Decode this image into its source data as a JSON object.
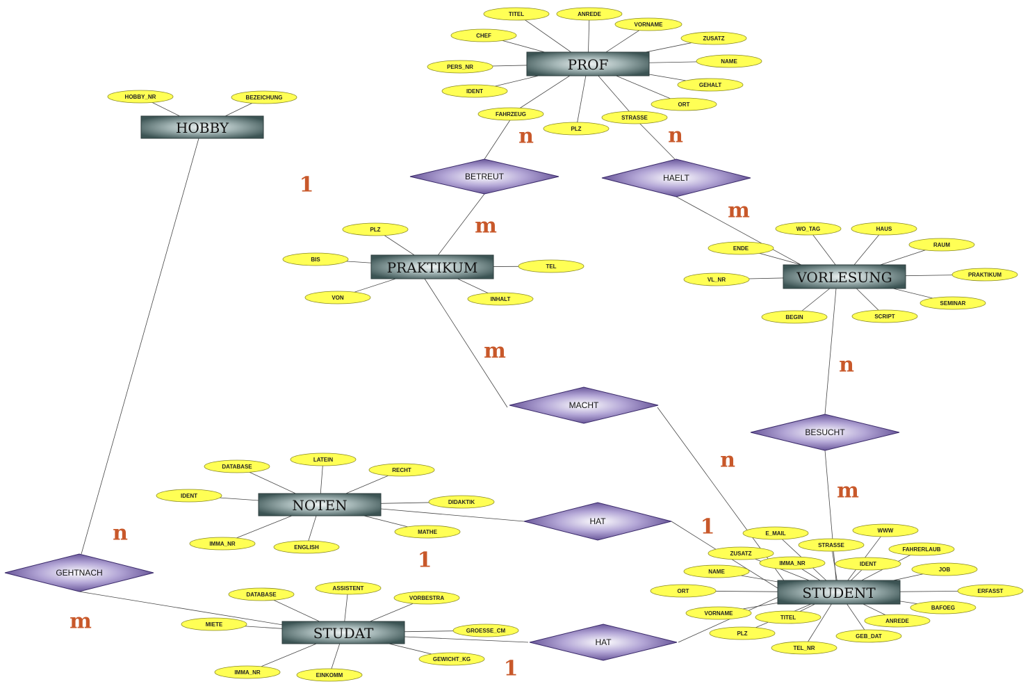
{
  "entities": [
    {
      "id": "prof",
      "label": "PROF"
    },
    {
      "id": "hobby",
      "label": "HOBBY"
    },
    {
      "id": "praktikum",
      "label": "PRAKTIKUM"
    },
    {
      "id": "vorlesung",
      "label": "VORLESUNG"
    },
    {
      "id": "noten",
      "label": "NOTEN"
    },
    {
      "id": "studat",
      "label": "STUDAT"
    },
    {
      "id": "student",
      "label": "STUDENT"
    }
  ],
  "relationships": [
    {
      "id": "betreut",
      "label": "BETREUT"
    },
    {
      "id": "haelt",
      "label": "HAELT"
    },
    {
      "id": "macht",
      "label": "MACHT"
    },
    {
      "id": "besucht",
      "label": "BESUCHT"
    },
    {
      "id": "hat_noten",
      "label": "HAT"
    },
    {
      "id": "hat_studat",
      "label": "HAT"
    },
    {
      "id": "gehtnach",
      "label": "GEHTNACH"
    }
  ],
  "attributes": [
    {
      "entity": "prof",
      "label": "TITEL"
    },
    {
      "entity": "prof",
      "label": "ANREDE"
    },
    {
      "entity": "prof",
      "label": "VORNAME"
    },
    {
      "entity": "prof",
      "label": "CHEF"
    },
    {
      "entity": "prof",
      "label": "ZUSATZ"
    },
    {
      "entity": "prof",
      "label": "NAME"
    },
    {
      "entity": "prof",
      "label": "PERS_NR"
    },
    {
      "entity": "prof",
      "label": "IDENT"
    },
    {
      "entity": "prof",
      "label": "GEHALT"
    },
    {
      "entity": "prof",
      "label": "ORT"
    },
    {
      "entity": "prof",
      "label": "FAHRZEUG"
    },
    {
      "entity": "prof",
      "label": "STRASSE"
    },
    {
      "entity": "prof",
      "label": "PLZ"
    },
    {
      "entity": "hobby",
      "label": "HOBBY_NR"
    },
    {
      "entity": "hobby",
      "label": "BEZEICHUNG"
    },
    {
      "entity": "praktikum",
      "label": "PLZ"
    },
    {
      "entity": "praktikum",
      "label": "BIS"
    },
    {
      "entity": "praktikum",
      "label": "TEL"
    },
    {
      "entity": "praktikum",
      "label": "VON"
    },
    {
      "entity": "praktikum",
      "label": "INHALT"
    },
    {
      "entity": "vorlesung",
      "label": "WO_TAG"
    },
    {
      "entity": "vorlesung",
      "label": "HAUS"
    },
    {
      "entity": "vorlesung",
      "label": "ENDE"
    },
    {
      "entity": "vorlesung",
      "label": "RAUM"
    },
    {
      "entity": "vorlesung",
      "label": "VL_NR"
    },
    {
      "entity": "vorlesung",
      "label": "PRAKTIKUM"
    },
    {
      "entity": "vorlesung",
      "label": "SEMINAR"
    },
    {
      "entity": "vorlesung",
      "label": "BEGIN"
    },
    {
      "entity": "vorlesung",
      "label": "SCRIPT"
    },
    {
      "entity": "noten",
      "label": "LATEIN"
    },
    {
      "entity": "noten",
      "label": "DATABASE"
    },
    {
      "entity": "noten",
      "label": "RECHT"
    },
    {
      "entity": "noten",
      "label": "IDENT"
    },
    {
      "entity": "noten",
      "label": "DIDAKTIK"
    },
    {
      "entity": "noten",
      "label": "MATHE"
    },
    {
      "entity": "noten",
      "label": "IMMA_NR"
    },
    {
      "entity": "noten",
      "label": "ENGLISH"
    },
    {
      "entity": "studat",
      "label": "ASSISTENT"
    },
    {
      "entity": "studat",
      "label": "DATABASE"
    },
    {
      "entity": "studat",
      "label": "VORBESTRA"
    },
    {
      "entity": "studat",
      "label": "MIETE"
    },
    {
      "entity": "studat",
      "label": "GROESSE_CM"
    },
    {
      "entity": "studat",
      "label": "GEWICHT_KG"
    },
    {
      "entity": "studat",
      "label": "IMMA_NR"
    },
    {
      "entity": "studat",
      "label": "EINKOMM"
    },
    {
      "entity": "student",
      "label": "E_MAIL"
    },
    {
      "entity": "student",
      "label": "WWW"
    },
    {
      "entity": "student",
      "label": "STRASSE"
    },
    {
      "entity": "student",
      "label": "FAHRERLAUB"
    },
    {
      "entity": "student",
      "label": "ZUSATZ"
    },
    {
      "entity": "student",
      "label": "IMMA_NR"
    },
    {
      "entity": "student",
      "label": "IDENT"
    },
    {
      "entity": "student",
      "label": "NAME"
    },
    {
      "entity": "student",
      "label": "JOB"
    },
    {
      "entity": "student",
      "label": "ORT"
    },
    {
      "entity": "student",
      "label": "ERFASST"
    },
    {
      "entity": "student",
      "label": "VORNAME"
    },
    {
      "entity": "student",
      "label": "TITEL"
    },
    {
      "entity": "student",
      "label": "BAFOEG"
    },
    {
      "entity": "student",
      "label": "ANREDE"
    },
    {
      "entity": "student",
      "label": "PLZ"
    },
    {
      "entity": "student",
      "label": "GEB_DAT"
    },
    {
      "entity": "student",
      "label": "TEL_NR"
    }
  ],
  "cardinalities": [
    {
      "rel": "betreut",
      "end": "prof",
      "label": "n"
    },
    {
      "rel": "haelt",
      "end": "prof",
      "label": "n"
    },
    {
      "rel": "betreut",
      "end": "praktikum",
      "label": "m"
    },
    {
      "rel": "haelt",
      "end": "vorlesung",
      "label": "m"
    },
    {
      "rel": "gehtnach",
      "end": "hobby",
      "label": "1"
    },
    {
      "rel": "macht",
      "end": "praktikum",
      "label": "m"
    },
    {
      "rel": "besucht",
      "end": "vorlesung",
      "label": "n"
    },
    {
      "rel": "macht",
      "end": "student",
      "label": "n"
    },
    {
      "rel": "besucht",
      "end": "student",
      "label": "m"
    },
    {
      "rel": "hat_noten",
      "end": "student",
      "label": "1"
    },
    {
      "rel": "hat_noten",
      "end": "noten",
      "label": "1"
    },
    {
      "rel": "gehtnach",
      "end": "hobby",
      "label": "n"
    },
    {
      "rel": "gehtnach",
      "end": "studat",
      "label": "m"
    },
    {
      "rel": "hat_studat",
      "end": "studat",
      "label": "1"
    }
  ]
}
